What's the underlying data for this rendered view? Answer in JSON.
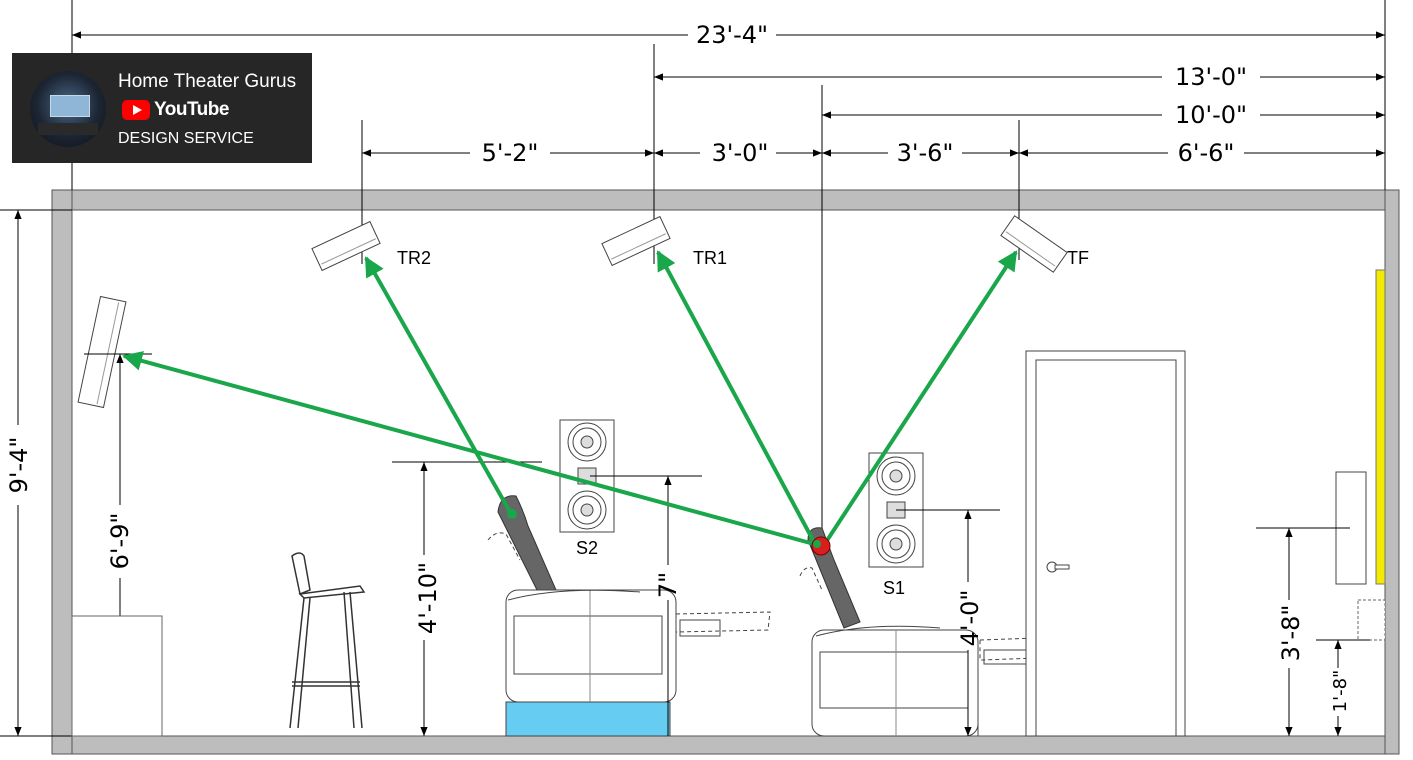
{
  "dimensions": {
    "total_width": "23'-4\"",
    "to_tr1": "13'-0\"",
    "to_listener": "10'-0\"",
    "tr2_to_tr1": "5'-2\"",
    "tr1_to_listener": "3'-0\"",
    "listener_to_tf": "3'-6\"",
    "tf_to_screen": "6'-6\"",
    "room_height": "9'-4\"",
    "rear_speaker_height": "6'-9\"",
    "riser_ear_height": "4'-10\"",
    "s2_offset": "7\"",
    "front_ear_height": "4'-0\"",
    "center_speaker_height": "3'-8\"",
    "lcr_bottom_height": "1'-8\""
  },
  "labels": {
    "tr2": "TR2",
    "tr1": "TR1",
    "tf": "TF",
    "s2": "S2",
    "s1": "S1"
  },
  "badge": {
    "title": "Home Theater Gurus",
    "platform": "YouTube",
    "subtitle": "DESIGN SERVICE"
  },
  "colors": {
    "sightline": "#1aa64a",
    "listener_dot": "#d91e1e",
    "screen": "#f2ea00",
    "riser": "#66ccf2",
    "wall": "#bdbdbd"
  }
}
